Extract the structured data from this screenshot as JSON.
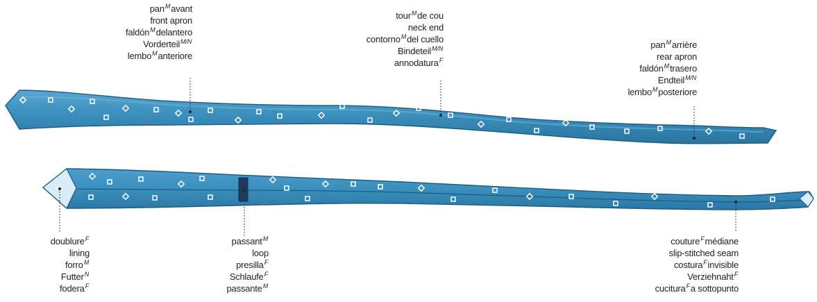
{
  "colors": {
    "tie_fill": "#3a8fbd",
    "tie_light": "#6fb4d8",
    "tie_dark": "#23698f",
    "tie_edge": "#1c5c80",
    "pattern": "#ffffff",
    "loop": "#1e3b5c",
    "lining": "#d9ecf7",
    "leader": "#333333",
    "text": "#222222"
  },
  "labels": {
    "front_apron": [
      {
        "word": "pan",
        "gender": "M",
        "after": "avant"
      },
      {
        "word": "front apron",
        "gender": "",
        "after": ""
      },
      {
        "word": "faldón",
        "gender": "M",
        "after": "delantero"
      },
      {
        "word": "Vorderteil",
        "gender": "M/N",
        "after": ""
      },
      {
        "word": "lembo",
        "gender": "M",
        "after": "anteriore"
      }
    ],
    "neck_end": [
      {
        "word": "tour",
        "gender": "M",
        "after": "de cou"
      },
      {
        "word": "neck end",
        "gender": "",
        "after": ""
      },
      {
        "word": "contorno",
        "gender": "M",
        "after": "del cuello"
      },
      {
        "word": "Bindeteil",
        "gender": "M/N",
        "after": ""
      },
      {
        "word": "annodatura",
        "gender": "F",
        "after": ""
      }
    ],
    "rear_apron": [
      {
        "word": "pan",
        "gender": "M",
        "after": "arrière"
      },
      {
        "word": "rear apron",
        "gender": "",
        "after": ""
      },
      {
        "word": "faldón",
        "gender": "M",
        "after": "trasero"
      },
      {
        "word": "Endteil",
        "gender": "M/N",
        "after": ""
      },
      {
        "word": "lembo",
        "gender": "M",
        "after": "posteriore"
      }
    ],
    "lining": [
      {
        "word": "doublure",
        "gender": "F",
        "after": ""
      },
      {
        "word": "lining",
        "gender": "",
        "after": ""
      },
      {
        "word": "forro",
        "gender": "M",
        "after": ""
      },
      {
        "word": "Futter",
        "gender": "N",
        "after": ""
      },
      {
        "word": "fodera",
        "gender": "F",
        "after": ""
      }
    ],
    "loop": [
      {
        "word": "passant",
        "gender": "M",
        "after": ""
      },
      {
        "word": "loop",
        "gender": "",
        "after": ""
      },
      {
        "word": "presilla",
        "gender": "F",
        "after": ""
      },
      {
        "word": "Schlaufe",
        "gender": "F",
        "after": ""
      },
      {
        "word": "passante",
        "gender": "M",
        "after": ""
      }
    ],
    "seam": [
      {
        "word": "couture",
        "gender": "F",
        "after": "médiane"
      },
      {
        "word": "slip-stitched seam",
        "gender": "",
        "after": ""
      },
      {
        "word": "costura",
        "gender": "F",
        "after": "invisible"
      },
      {
        "word": "Verziehnaht",
        "gender": "F",
        "after": ""
      },
      {
        "word": "cucitura",
        "gender": "F",
        "after": "a sottopunto"
      }
    ]
  }
}
